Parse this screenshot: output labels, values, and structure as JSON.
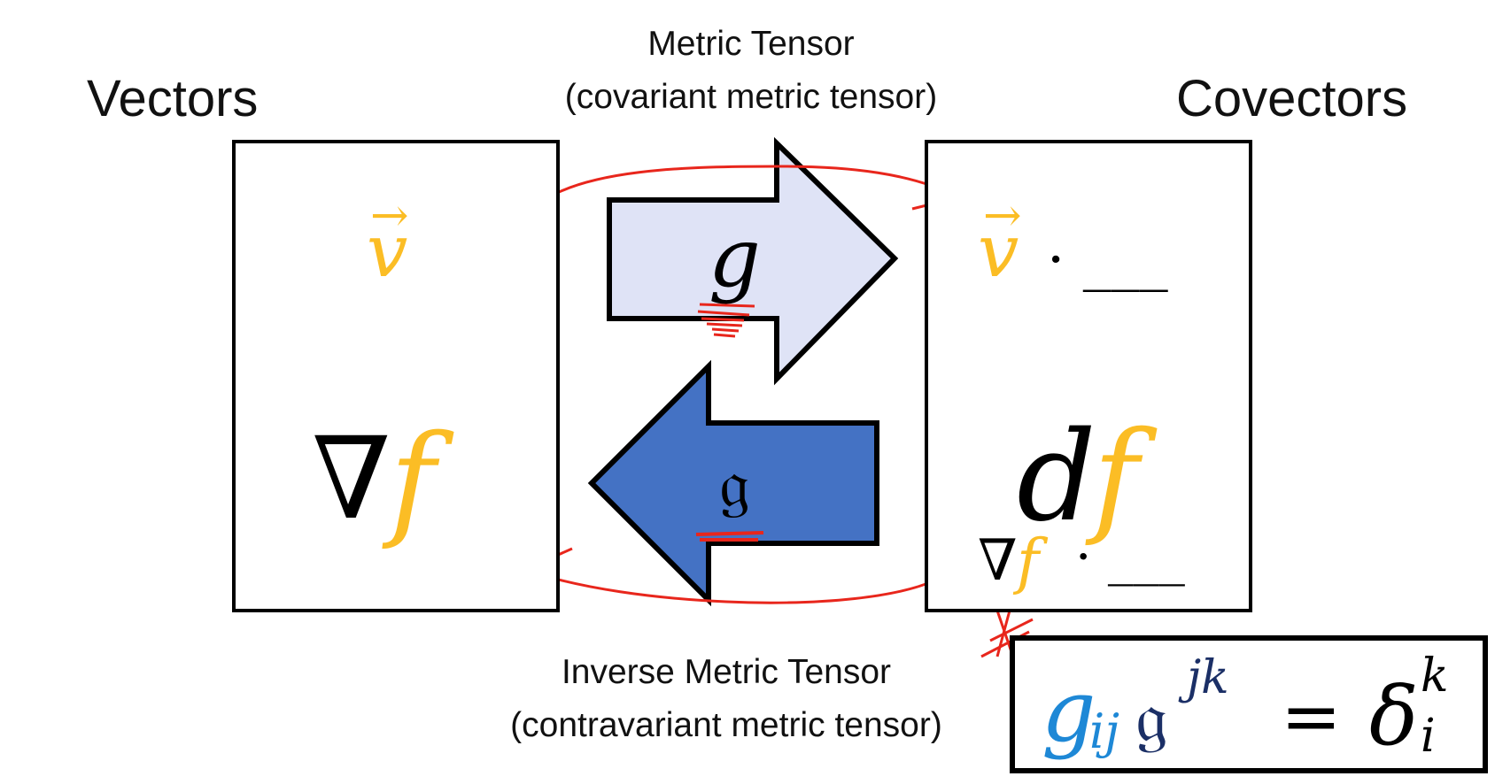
{
  "headings": {
    "left": "Vectors",
    "right": "Covectors"
  },
  "top_caption": {
    "line1": "Metric Tensor",
    "line2": "(covariant metric tensor)"
  },
  "bottom_caption": {
    "line1": "Inverse Metric Tensor",
    "line2": "(contravariant metric tensor)"
  },
  "left_box": {
    "vector_symbol": "v",
    "vector_arrow": "→",
    "gradient_nabla": "∇",
    "gradient_f": "f"
  },
  "right_box": {
    "covector_v": "v",
    "covector_v_arrow": "→",
    "dot_blank": "· ___",
    "differential_d": "d",
    "differential_f": "f",
    "small_nabla": "∇",
    "small_f": "f",
    "small_dot_blank": "· ___"
  },
  "arrows": {
    "forward_symbol": "g",
    "inverse_symbol": "𝔤"
  },
  "identity": {
    "g": "g",
    "ij": "ij",
    "fraktur_g": "𝔤",
    "jk": "jk",
    "equals": "=",
    "delta": "δ",
    "delta_sup": "k",
    "delta_sub": "i"
  },
  "colors": {
    "gold": "#fbbd25",
    "light_arrow_fill": "#dfe3f6",
    "dark_arrow_fill": "#4472c4",
    "red_ink": "#e8261c",
    "g_blue": "#1e88d6",
    "navy": "#1b2f66"
  }
}
